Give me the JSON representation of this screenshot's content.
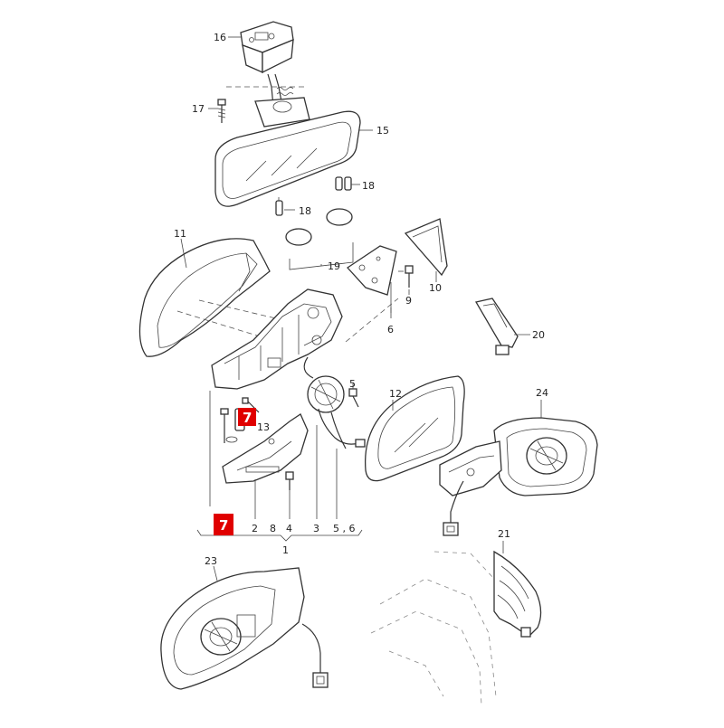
{
  "diagram": {
    "callouts": {
      "c1": "1",
      "c2": "2",
      "c3": "3",
      "c4": "4",
      "c5": "5",
      "c56": "5 , 6",
      "c6": "6",
      "c8": "8",
      "c9": "9",
      "c10": "10",
      "c11": "11",
      "c12": "12",
      "c13": "13",
      "c15": "15",
      "c16": "16",
      "c17": "17",
      "c18a": "18",
      "c18b": "18",
      "c19": "19",
      "c20": "20",
      "c21": "21",
      "c23": "23",
      "c24": "24"
    },
    "highlights": {
      "h7a": "7",
      "h7b": "7"
    },
    "colors": {
      "highlight": "#e00000",
      "line": "#333333",
      "background": "#ffffff"
    }
  }
}
